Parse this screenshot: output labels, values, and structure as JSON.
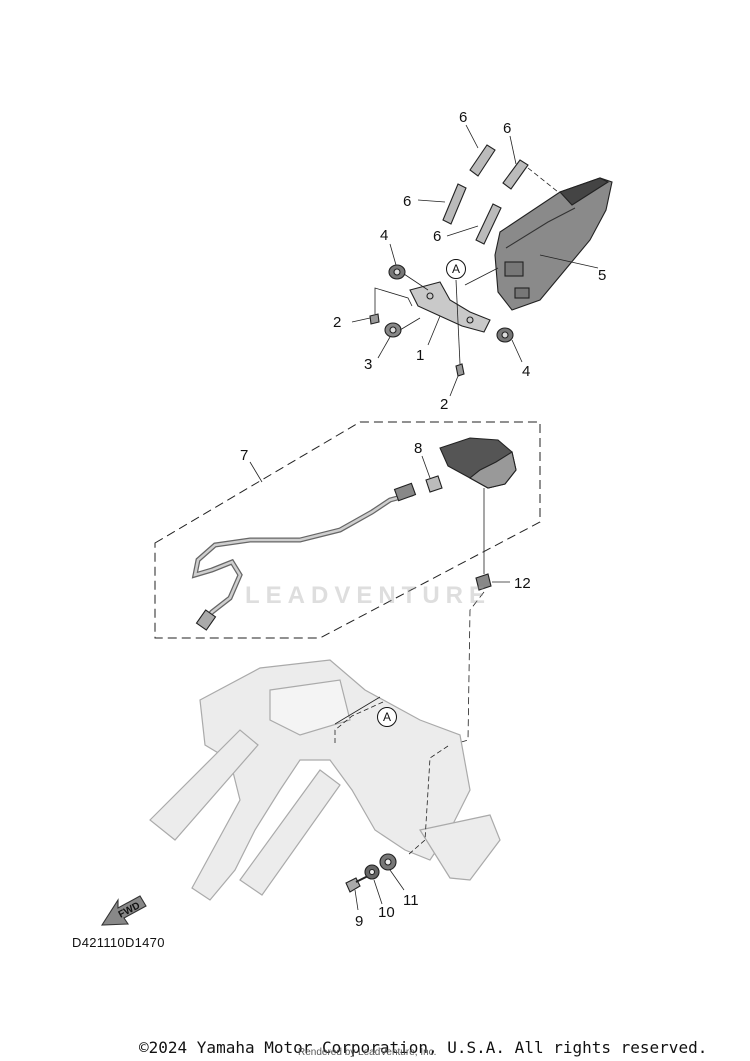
{
  "callouts": {
    "c6a": "6",
    "c6b": "6",
    "c6c": "6",
    "c6d": "6",
    "c4a": "4",
    "c4b": "4",
    "c2a": "2",
    "c2b": "2",
    "c3": "3",
    "c1": "1",
    "c5": "5",
    "c7": "7",
    "c8": "8",
    "c12": "12",
    "c9": "9",
    "c10": "10",
    "c11": "11"
  },
  "ref_marker_top": "A",
  "ref_marker_bottom": "A",
  "fwd_label": "FWD",
  "watermark": "LEADVENTURE",
  "diagram_code": "D421110D1470",
  "copyright": "©2024 Yamaha Motor Corporation, U.S.A. All rights reserved.",
  "rendered_by": "Rendered by LeadVenture, Inc."
}
